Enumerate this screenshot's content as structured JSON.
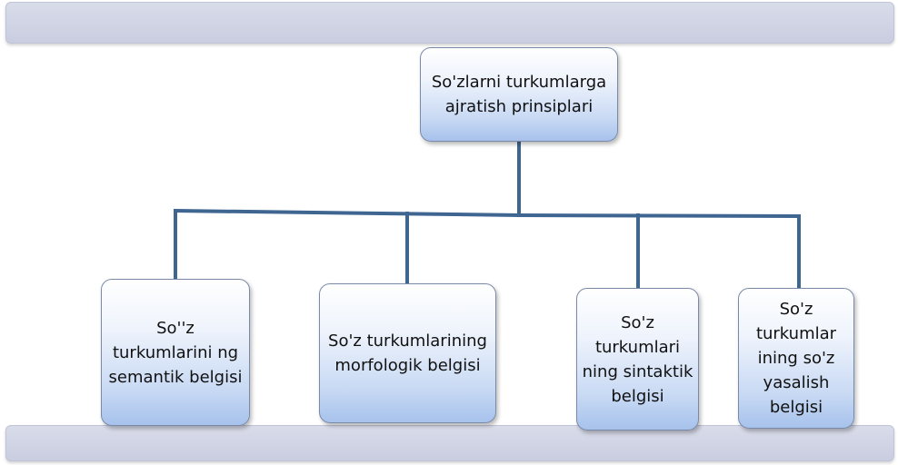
{
  "diagram": {
    "root": {
      "label": "So'zlarni turkumlarga ajratish prinsiplari"
    },
    "children": [
      {
        "label": "So''z turkumlarini ng semantik belgisi"
      },
      {
        "label": "So'z turkumlarining morfologik belgisi"
      },
      {
        "label": "So'z turkumlari ning sintaktik belgisi"
      },
      {
        "label": "So'z turkumlar ining so'z yasalish belgisi"
      }
    ],
    "colors": {
      "connector": "#3f6591",
      "node_top": "#ffffff",
      "node_bottom": "#a7c2ec",
      "band": "#cdd1e3"
    }
  }
}
